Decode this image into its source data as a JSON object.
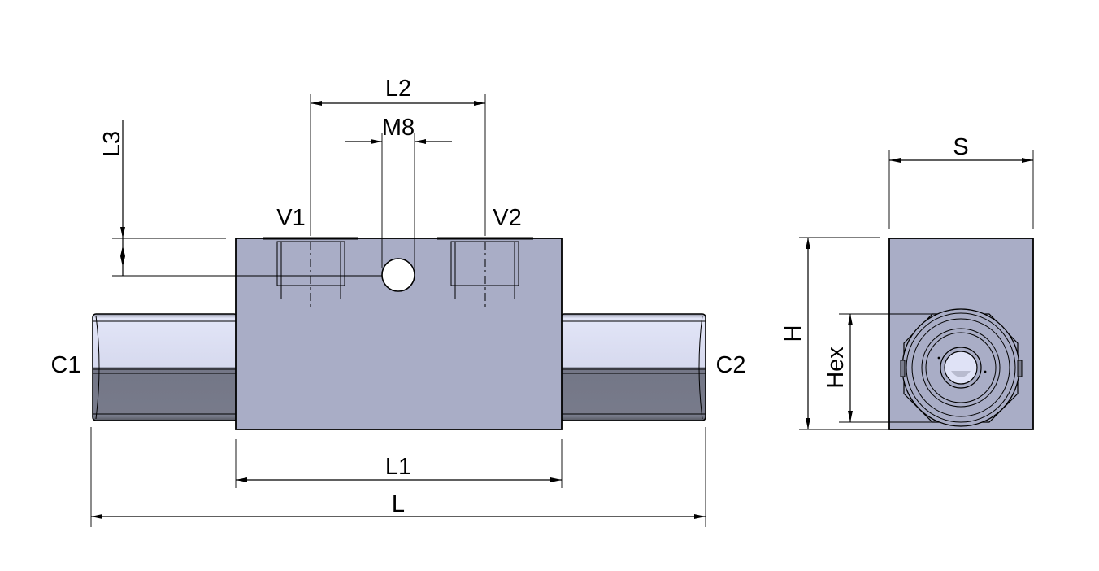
{
  "labels": {
    "L2": "L2",
    "M8": "M8",
    "L3": "L3",
    "V1": "V1",
    "V2": "V2",
    "C1": "C1",
    "C2": "C2",
    "L1": "L1",
    "L": "L",
    "S": "S",
    "H": "H",
    "Hex": "Hex"
  },
  "colors": {
    "body": "#a9adc6",
    "hex_light": "#dfe2f6",
    "hex_dark": "#7a7d8d",
    "line": "#000000",
    "hole": "#ffffff"
  },
  "icons": {
    "arrowhead": "dimension-arrow-icon",
    "port_thread": "threaded-port-icon",
    "mount_hole": "mounting-hole-icon"
  }
}
